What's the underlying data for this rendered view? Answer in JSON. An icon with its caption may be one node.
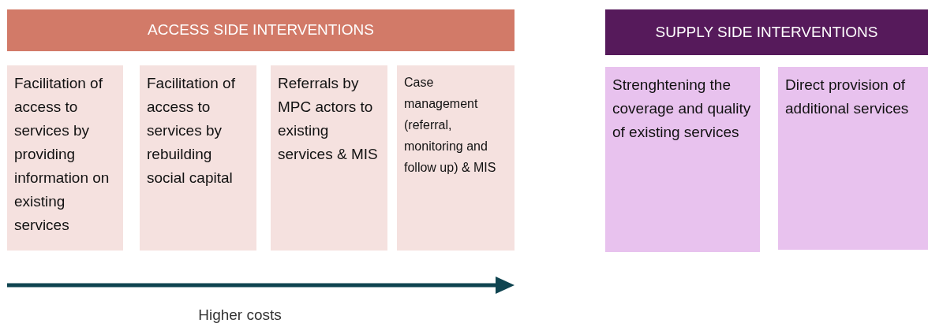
{
  "diagram": {
    "nodes": [
      {
        "text": [
          "ACCESS SIDE INTERVENTIONS"
        ]
      },
      {
        "text": [
          "Facilitation of access to services by providing information on existing services"
        ]
      },
      {
        "text": [
          "Facilitation of access to services by rebuilding social capital"
        ]
      },
      {
        "text": [
          "Referrals by MPC actors to existing services & MIS"
        ]
      },
      {
        "text": [
          "Case management (referral, monitoring and follow up) & MIS"
        ]
      },
      {
        "text": [
          "SUPPLY SIDE INTERVENTIONS"
        ]
      },
      {
        "text": [
          "Strenghtening the coverage and quality of existing services"
        ]
      },
      {
        "text": [
          "Direct provision of additional services"
        ]
      }
    ],
    "labels": [
      "Higher costs"
    ]
  }
}
